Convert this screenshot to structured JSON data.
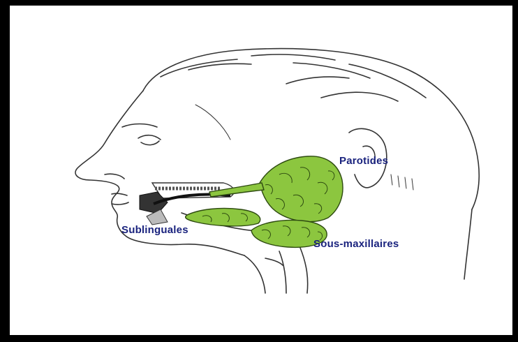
{
  "labels": {
    "parotides": "Parotides",
    "sublinguales": "Sublinguales",
    "sous_maxillaires": "Sous-maxillaires"
  },
  "colors": {
    "frame": "#000000",
    "gland_fill": "#8cc63f",
    "gland_stroke": "#2d4a10",
    "label_text": "#1a237e",
    "line_art": "#333333"
  },
  "icons": {
    "illustration": "head-profile-salivary-glands"
  }
}
